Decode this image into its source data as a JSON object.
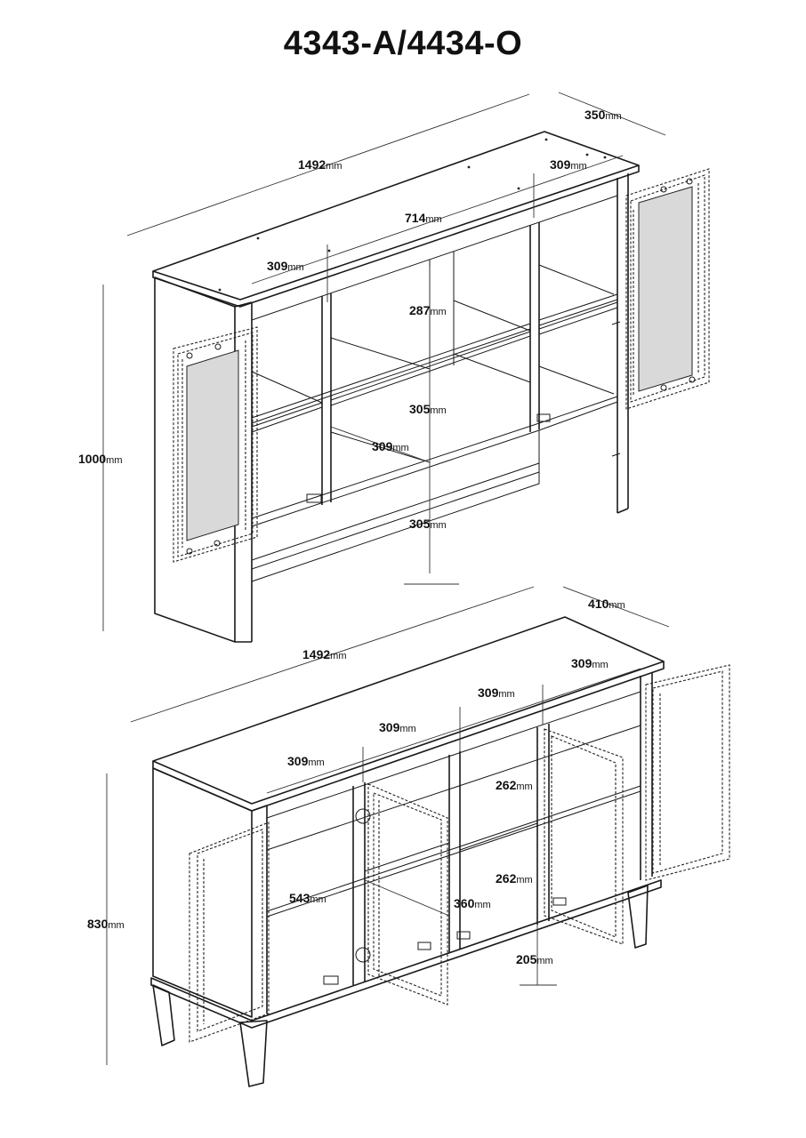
{
  "title": "4343-A/4434-O",
  "unit": "mm",
  "dimensions": {
    "top_width": "1492",
    "top_depth": "350",
    "top_height": "1000",
    "top_section_left": "309",
    "top_section_right": "309",
    "top_section_mid": "714",
    "top_shelf_gap_1": "287",
    "top_shelf_gap_2": "305",
    "top_shelf_depth": "309",
    "top_shelf_gap_3": "305",
    "base_width": "1492",
    "base_depth": "410",
    "base_height": "830",
    "base_section_1": "309",
    "base_section_2": "309",
    "base_section_3": "309",
    "base_section_4": "309",
    "base_interior_height": "543",
    "base_shelf_gap_1": "262",
    "base_shelf_gap_2": "262",
    "base_shelf_depth": "360",
    "base_bottom_gap": "205"
  }
}
